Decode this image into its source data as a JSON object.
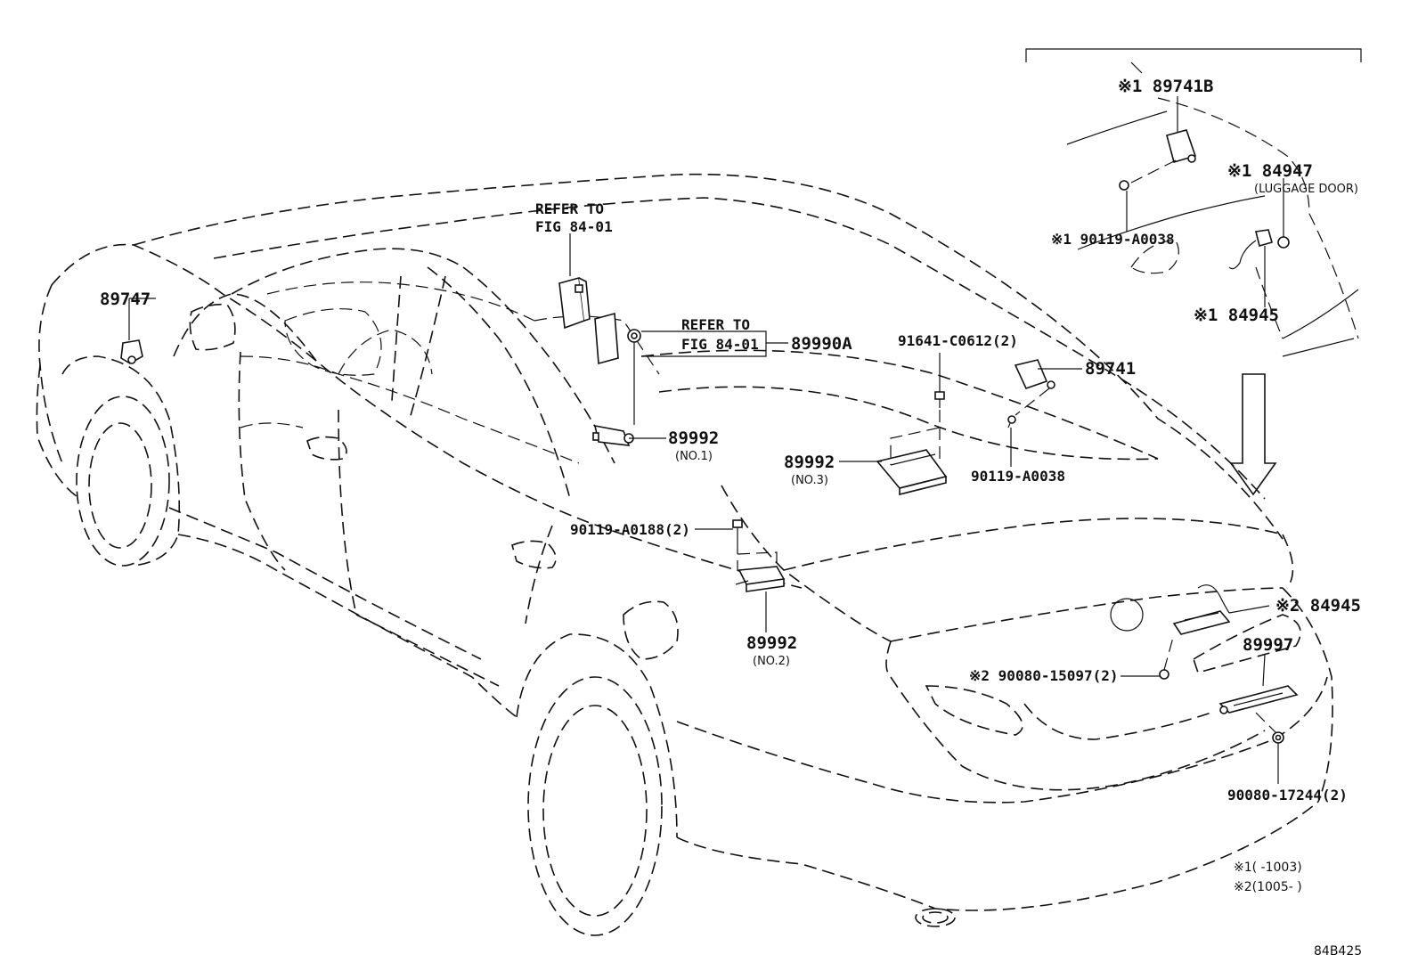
{
  "labels": {
    "refer_top_1": "REFER TO",
    "refer_top_2": "FIG 84-01",
    "refer_mid_1": "REFER TO",
    "refer_mid_2": "FIG 84-01",
    "p89747": "89747",
    "p89990A": "89990A",
    "p89992_no1": "89992",
    "no1": "(NO.1)",
    "p91641": "91641-C0612(2)",
    "p89741": "89741",
    "p90119_a0038": "90119-A0038",
    "p89992_no3": "89992",
    "no3": "(NO.3)",
    "p90119_a0188": "90119-A0188(2)",
    "p89992_no2": "89992",
    "no2": "(NO.2)",
    "p90080_15097": "※2 90080-15097(2)",
    "p84945_2": "※2 84945",
    "p89997": "89997",
    "p90080_17244": "90080-17244(2)",
    "inset_89741B": "※1 89741B",
    "inset_84947": "※1 84947",
    "inset_luggage": "(LUGGAGE DOOR)",
    "inset_90119": "※1 90119-A0038",
    "inset_84945": "※1 84945"
  },
  "notes": {
    "note1": "※1(      -1003)",
    "note2": "※2(1005-      )"
  },
  "figure_code": "84B425"
}
